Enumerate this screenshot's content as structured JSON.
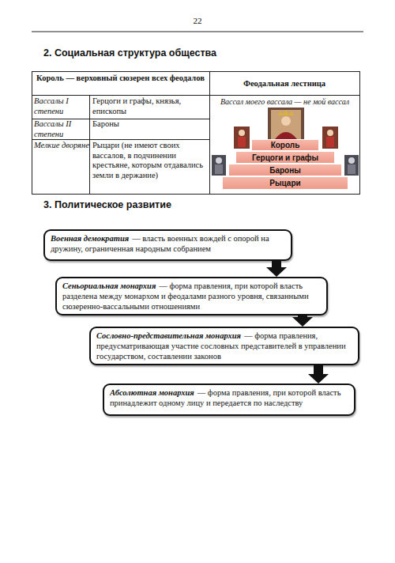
{
  "diagram": {
    "nodes": [
      {
        "text": [
          "Король"
        ]
      },
      {
        "text": [
          "Герцоги и графы"
        ]
      },
      {
        "text": [
          "Бароны"
        ]
      },
      {
        "text": [
          "Рыцари"
        ]
      },
      {
        "text": [
          "Военная демократия",
          "— власть военных вождей с опорой на дружину, ограниченная народным собранием"
        ]
      },
      {
        "text": [
          "Сеньориальная монархия",
          "— форма правления, при которой власть разделена между монархом и феодалами разного уровня, связанными сюзеренно-вассальными отношениями"
        ]
      },
      {
        "text": [
          "Сословно-представительная монархия",
          "— форма правления, предусматривающая участие сословных представителей в управлении государством, составлении законов"
        ]
      },
      {
        "text": [
          "Абсолютная монархия",
          "— форма правления, при которой власть принадлежит одному лицу и передается по наследству"
        ]
      }
    ],
    "edges": [
      {
        "from": 4,
        "to": 5,
        "arrow": "to"
      },
      {
        "from": 5,
        "to": 6,
        "arrow": "to"
      },
      {
        "from": 6,
        "to": 7,
        "arrow": "to"
      }
    ],
    "labels": [
      "22",
      "2. Социальная структура общества",
      "Король — верховный сюзерен всех феодалов",
      "Феодальная лестница",
      "Вассалы I степени",
      "Герцоги и графы, князья, епископы",
      "Вассалы II степени",
      "Бароны",
      "Мелкие дворяне",
      "Рыцари (не имеют своих вассалов, в подчинении крестьяне, которым отдавались земли в держание)",
      "Вассал моего вассала — не мой вассал",
      "3. Политическое развитие"
    ]
  }
}
